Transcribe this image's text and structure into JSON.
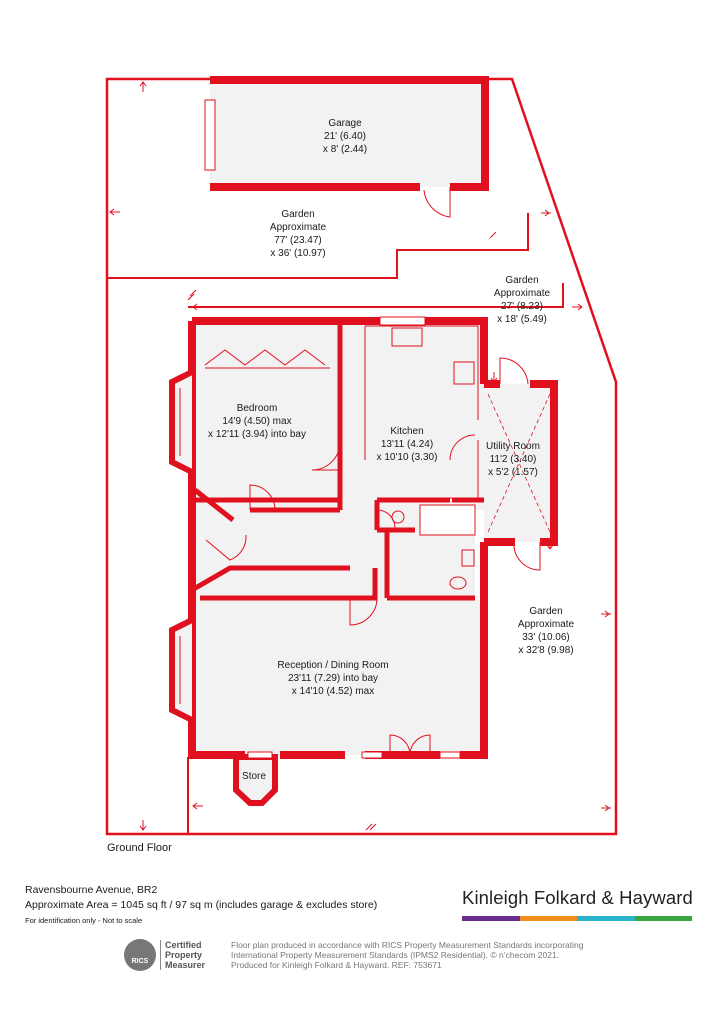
{
  "rooms": {
    "garage": {
      "name": "Garage",
      "dim1": "21' (6.40)",
      "dim2": "x 8' (2.44)"
    },
    "garden_top": {
      "name": "Garden",
      "line2": "Approximate",
      "dim1": "77' (23.47)",
      "dim2": "x 36' (10.97)"
    },
    "garden_right_top": {
      "name": "Garden",
      "line2": "Approximate",
      "dim1": "27' (8.23)",
      "dim2": "x 18' (5.49)"
    },
    "bedroom": {
      "name": "Bedroom",
      "dim1": "14'9 (4.50) max",
      "dim2": "x 12'11 (3.94) into bay"
    },
    "kitchen": {
      "name": "Kitchen",
      "dim1": "13'11 (4.24)",
      "dim2": "x 10'10 (3.30)"
    },
    "utility": {
      "name": "Utility Room",
      "dim1": "11'2 (3.40)",
      "dim2": "x 5'2 (1.57)"
    },
    "garden_right": {
      "name": "Garden",
      "line2": "Approximate",
      "dim1": "33' (10.06)",
      "dim2": "x 32'8 (9.98)"
    },
    "reception": {
      "name": "Reception / Dining Room",
      "dim1": "23'11 (7.29) into bay",
      "dim2": "x 14'10 (4.52) max"
    },
    "store": {
      "name": "Store"
    }
  },
  "floor_label": "Ground Floor",
  "footer": {
    "address": "Ravensbourne Avenue, BR2",
    "area": "Approximate Area = 1045 sq ft / 97 sq m (includes garage & excludes store)",
    "note": "For identification only - Not to scale",
    "brand": "Kinleigh Folkard & Hayward",
    "brand_colors": [
      "#6a2c8f",
      "#f28c1c",
      "#28b3c9",
      "#3aa63f"
    ],
    "rics_mark": "RICS",
    "badge": {
      "line1": "Certified",
      "line2": "Property",
      "line3": "Measurer"
    },
    "disclaimer1": "Floor plan produced in accordance with RICS Property Measurement Standards incorporating",
    "disclaimer2": "International Property Measurement Standards (IPMS2 Residential).  © n’checom 2021.",
    "disclaimer3": "Produced for Kinleigh Folkard & Hayward.   REF: 753671"
  },
  "colors": {
    "wall": "#e0101e",
    "floor": "#f2f2f2",
    "line": "#e0101e"
  }
}
